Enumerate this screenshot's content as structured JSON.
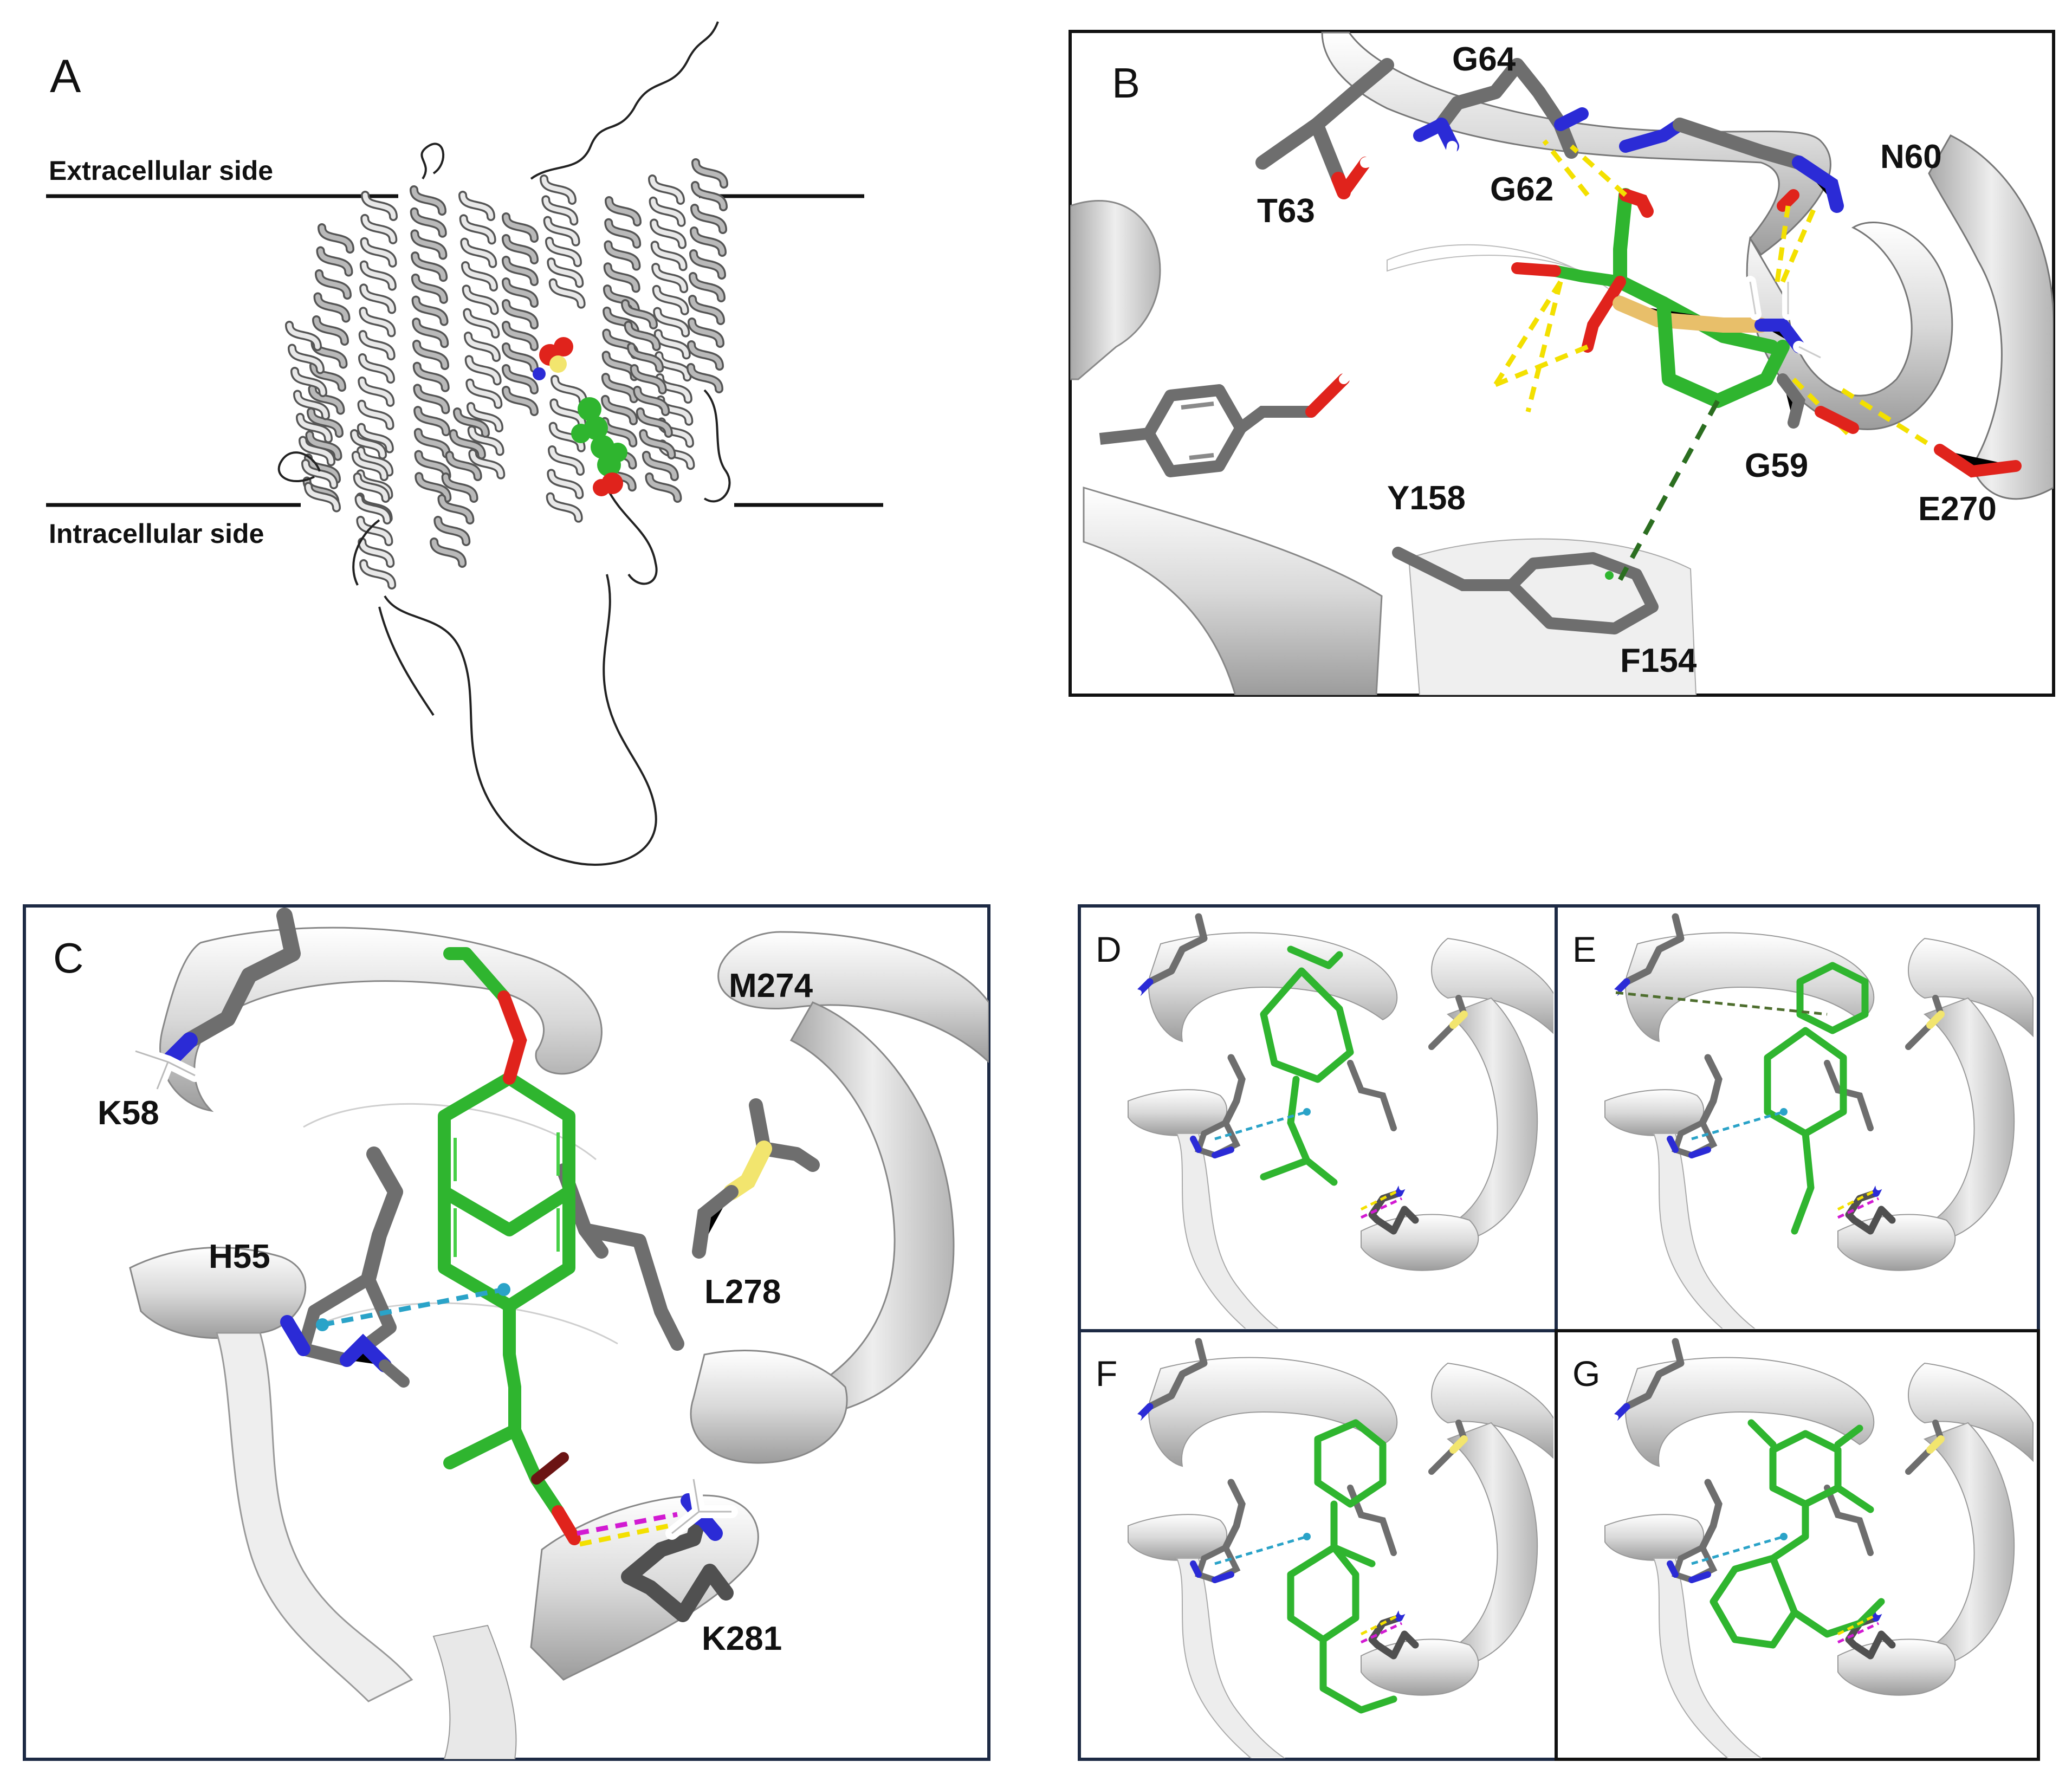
{
  "panels": {
    "A": {
      "letter": "A",
      "labels": {
        "extracellular": "Extracellular side",
        "intracellular": "Intracellular side"
      }
    },
    "B": {
      "letter": "B",
      "residues": [
        "G64",
        "T63",
        "G62",
        "N60",
        "Y158",
        "G59",
        "E270",
        "F154"
      ]
    },
    "C": {
      "letter": "C",
      "residues": [
        "M274",
        "K58",
        "H55",
        "L278",
        "K281"
      ]
    },
    "D": {
      "letter": "D"
    },
    "E": {
      "letter": "E"
    },
    "F": {
      "letter": "F"
    },
    "G": {
      "letter": "G"
    }
  },
  "colors": {
    "ligand_green": "#2fb52f",
    "carbon_gray": "#6e6e6e",
    "oxygen_red": "#e0231c",
    "nitrogen_blue": "#2b2bd6",
    "sulfur_yellow": "#f2e56e",
    "hbond_yellow": "#f3e000",
    "pi_cyan": "#2aa3c8",
    "salt_magenta": "#d21ad2",
    "ribbon": "#d6d6d6",
    "frame_dark": "#1d2a44"
  }
}
